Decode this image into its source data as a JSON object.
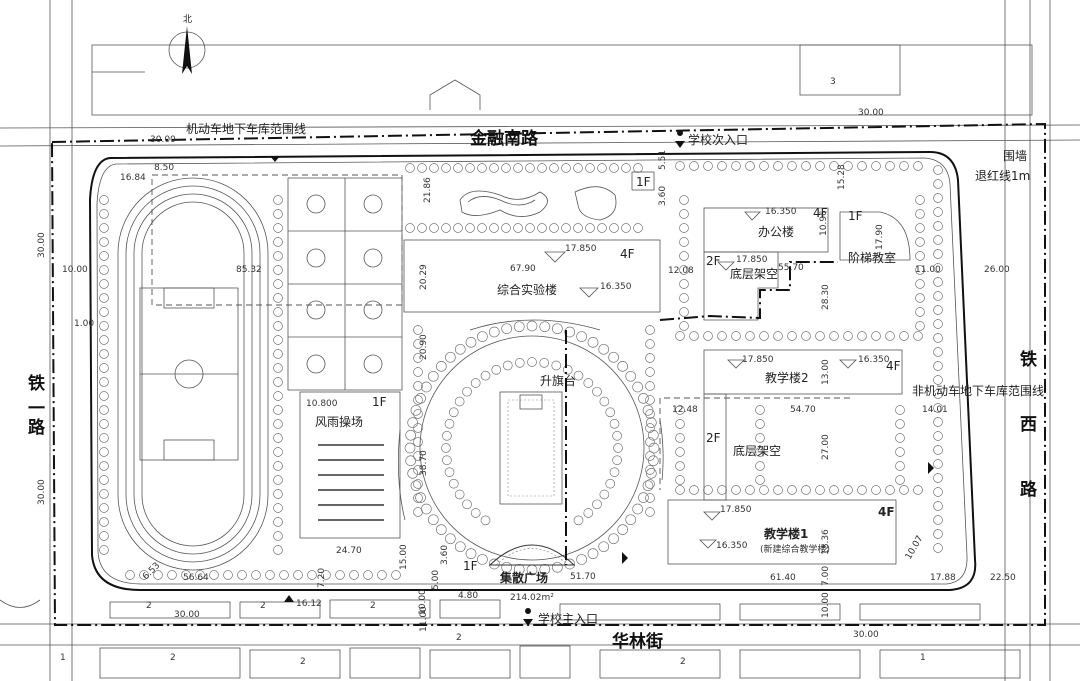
{
  "compass": {
    "north_label": "北"
  },
  "roads": {
    "north": "金融南路",
    "south": "华林街",
    "west": [
      "铁",
      "一",
      "路"
    ],
    "east": [
      "铁",
      "西",
      "路"
    ]
  },
  "entrances": {
    "secondary": "学校次入口",
    "main": "学校主入口"
  },
  "boundary_labels": {
    "wall": "围墙",
    "setback": "退红线1m",
    "car_garage": "机动车地下车库范围线",
    "bike_garage": "非机动车地下车库范围线"
  },
  "buildings": {
    "lab": {
      "name": "综合实验楼",
      "floors": "4F",
      "elev_top": "17.850",
      "elev_low": "16.350"
    },
    "office": {
      "name": "办公楼",
      "floors": "4F",
      "elev": "16.350"
    },
    "lecture": {
      "name": "阶梯教室",
      "floors": "1F"
    },
    "teach2": {
      "name": "教学楼2",
      "floors": "4F",
      "elev_a": "17.850",
      "elev_b": "16.350"
    },
    "teach1": {
      "name": "教学楼1",
      "sub": "(新建综合教学楼)",
      "floors": "4F",
      "elev_a": "17.850",
      "elev_b": "16.350"
    },
    "rain_court": {
      "name": "风雨操场",
      "floors": "1F",
      "elev": "10.800"
    },
    "stage": {
      "name": "升旗台"
    },
    "plaza": {
      "name": "集散广场",
      "area": "214.02m²",
      "floors": "1F"
    },
    "pilotis_a": {
      "name": "底层架空",
      "floors": "2F",
      "elev": "17.850"
    },
    "pilotis_b": {
      "name": "底层架空",
      "floors": "2F"
    },
    "gate_small": {
      "floors": "1F"
    }
  },
  "dimensions": {
    "d_3000_top": "30.00",
    "d_3000_topright": "30.00",
    "d_3000_bl": "30.00",
    "d_3000_br": "30.00",
    "d_1684": "16.84",
    "d_850": "8.50",
    "d_8532": "85.32",
    "d_1000": "10.00",
    "d_100": "1.00",
    "d_6790": "67.90",
    "d_2186": "21.86",
    "d_2029": "20.29",
    "d_2090": "20.90",
    "d_3870": "38.70",
    "d_2470": "24.70",
    "d_5664": "56.64",
    "d_653": "6.53",
    "d_1500": "15.00",
    "d_360": "3.60",
    "d_500": "5.00",
    "d_1000b": "10.00",
    "d_480": "4.80",
    "d_5170": "51.70",
    "d_6140": "61.40",
    "d_1788": "17.88",
    "d_2250": "22.50",
    "d_1007": "10.07",
    "d_1836": "18.36",
    "d_2700": "27.00",
    "d_5470": "54.70",
    "d_1401": "14.01",
    "d_1300": "13.00",
    "d_2830": "28.30",
    "d_5570": "55.70",
    "d_1208": "12.08",
    "d_1100": "11.00",
    "d_2600": "26.00",
    "d_1528": "15.28",
    "d_1796": "17.90",
    "d_1086": "10.96",
    "d_551": "5.51",
    "d_360b": "3.60",
    "d_1248": "12.48",
    "d_700": "7.00",
    "d_1000c": "10.00",
    "d_1612": "16.12",
    "d_720": "7.20",
    "d_1100b": "11.00",
    "d_3000_west": "30.00",
    "d_3000_west2": "30.00"
  },
  "housing_labels": {
    "n2": "2",
    "n1": "1",
    "n3": "3"
  }
}
